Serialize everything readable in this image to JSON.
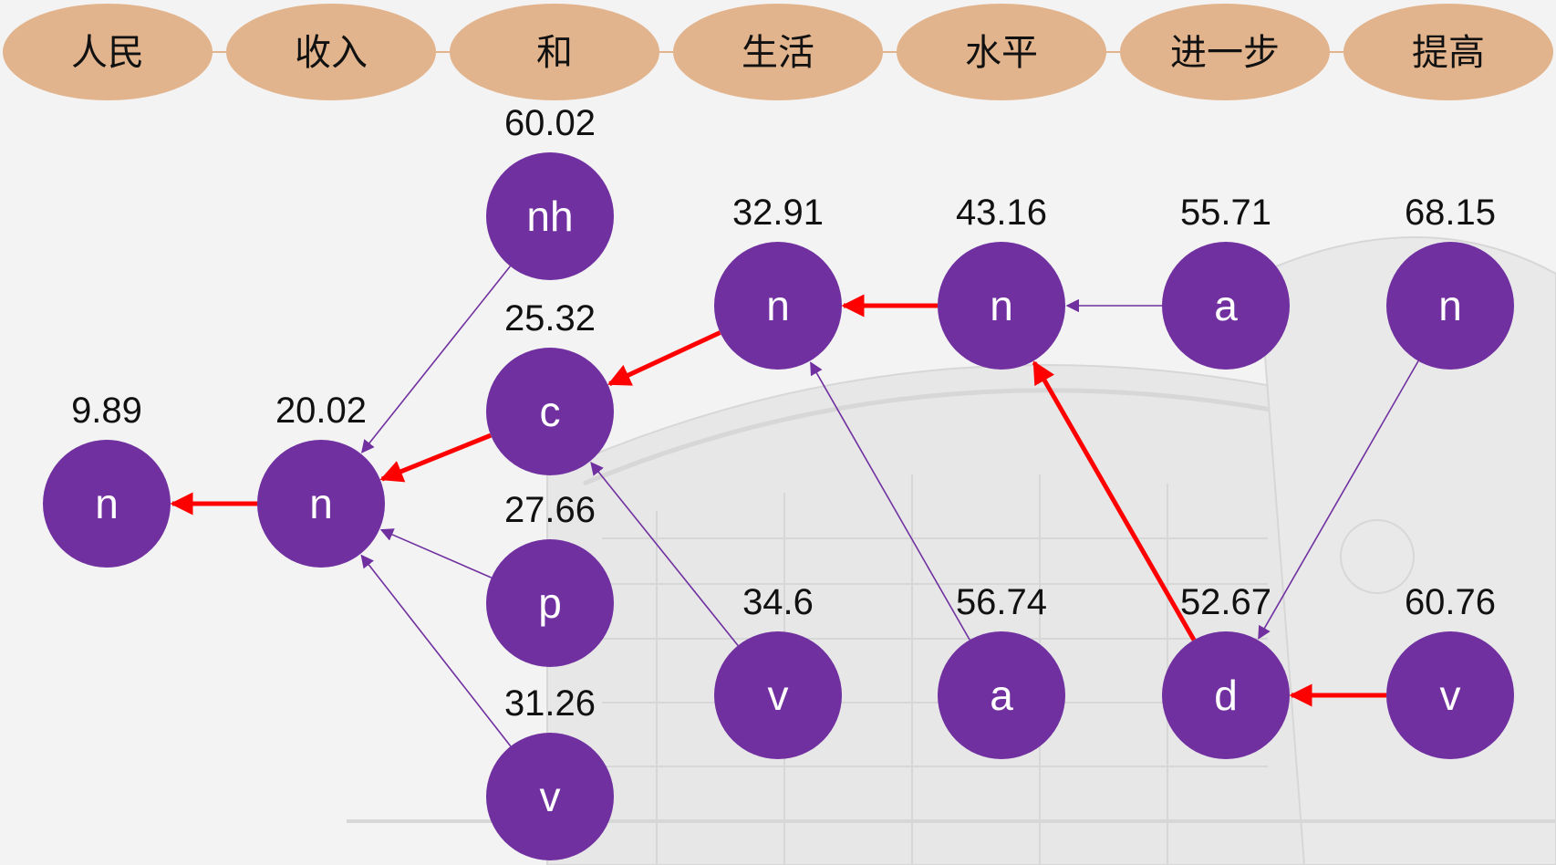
{
  "colors": {
    "token_fill": "#e2b48d",
    "node_fill": "#7030a0",
    "thin_edge": "#7030a0",
    "best_edge": "#ff0000"
  },
  "tokens": [
    "人民",
    "收入",
    "和",
    "生活",
    "水平",
    "进一步",
    "提高"
  ],
  "nodes": [
    {
      "id": "n0",
      "col": 0,
      "label": "n",
      "score": "9.89"
    },
    {
      "id": "n1",
      "col": 1,
      "label": "n",
      "score": "20.02"
    },
    {
      "id": "nh2",
      "col": 2,
      "label": "nh",
      "score": "60.02"
    },
    {
      "id": "c2",
      "col": 2,
      "label": "c",
      "score": "25.32"
    },
    {
      "id": "p2",
      "col": 2,
      "label": "p",
      "score": "27.66"
    },
    {
      "id": "v2",
      "col": 2,
      "label": "v",
      "score": "31.26"
    },
    {
      "id": "n3",
      "col": 3,
      "label": "n",
      "score": "32.91"
    },
    {
      "id": "v3",
      "col": 3,
      "label": "v",
      "score": "34.6"
    },
    {
      "id": "n4",
      "col": 4,
      "label": "n",
      "score": "43.16"
    },
    {
      "id": "a4",
      "col": 4,
      "label": "a",
      "score": "56.74"
    },
    {
      "id": "a5",
      "col": 5,
      "label": "a",
      "score": "55.71"
    },
    {
      "id": "d5",
      "col": 5,
      "label": "d",
      "score": "52.67"
    },
    {
      "id": "n6",
      "col": 6,
      "label": "n",
      "score": "68.15"
    },
    {
      "id": "v6",
      "col": 6,
      "label": "v",
      "score": "60.76"
    }
  ],
  "edges": [
    {
      "from": "n1",
      "to": "n0",
      "best": true
    },
    {
      "from": "c2",
      "to": "n1",
      "best": true
    },
    {
      "from": "nh2",
      "to": "n1",
      "best": false
    },
    {
      "from": "p2",
      "to": "n1",
      "best": false
    },
    {
      "from": "v2",
      "to": "n1",
      "best": false
    },
    {
      "from": "n3",
      "to": "c2",
      "best": true
    },
    {
      "from": "v3",
      "to": "c2",
      "best": false
    },
    {
      "from": "n4",
      "to": "n3",
      "best": true
    },
    {
      "from": "a4",
      "to": "n3",
      "best": false
    },
    {
      "from": "a5",
      "to": "n4",
      "best": false
    },
    {
      "from": "d5",
      "to": "n4",
      "best": true
    },
    {
      "from": "v6",
      "to": "d5",
      "best": true
    },
    {
      "from": "n6",
      "to": "d5",
      "best": false
    }
  ]
}
